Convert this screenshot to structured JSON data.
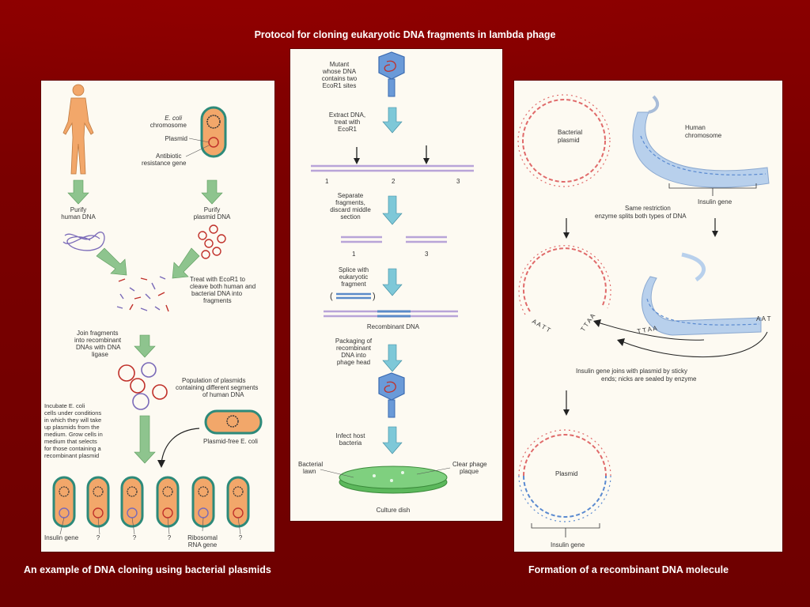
{
  "slide": {
    "title": "Protocol for cloning eukaryotic DNA fragments in lambda phage",
    "caption_left": "An example of DNA cloning using bacterial plasmids",
    "caption_right": "Formation of a recombinant DNA molecule"
  },
  "left_panel": {
    "ecoli_chromosome": [
      "E. coli",
      "chromosome"
    ],
    "plasmid": "Plasmid",
    "antibiotic_gene": [
      "Antibiotic",
      "resistance gene"
    ],
    "purify_human": [
      "Purify",
      "human DNA"
    ],
    "purify_plasmid": [
      "Purify",
      "plasmid DNA"
    ],
    "treat_ecori": [
      "Treat with EcoR1 to",
      "cleave both human and",
      "bacterial DNA into",
      "fragments"
    ],
    "join_fragments": [
      "Join fragments",
      "into recombinant",
      "DNAs with DNA",
      "ligase"
    ],
    "population": [
      "Population of plasmids",
      "containing different segments",
      "of human DNA"
    ],
    "incubate": [
      "Incubate E. coli",
      "cells under conditions",
      "in which they will take",
      "up plasmids from the",
      "medium. Grow cells in",
      "medium that selects",
      "for those containing a",
      "recombinant plasmid"
    ],
    "plasmid_free": "Plasmid-free E. coli",
    "insulin_gene": "Insulin gene",
    "question": "?",
    "ribosomal": [
      "Ribosomal",
      "RNA gene"
    ]
  },
  "mid_panel": {
    "mutant": [
      "Mutant",
      "whose DNA",
      "contains two",
      "EcoR1 sites"
    ],
    "extract": [
      "Extract DNA,",
      "treat with",
      "EcoR1"
    ],
    "segment_labels": [
      "1",
      "2",
      "3"
    ],
    "separate": [
      "Separate",
      "fragments,",
      "discard middle",
      "section"
    ],
    "fragment_labels": [
      "1",
      "3"
    ],
    "splice": [
      "Splice with",
      "eukaryotic",
      "fragment"
    ],
    "recombinant": "Recombinant DNA",
    "packaging": [
      "Packaging of",
      "recombinant",
      "DNA into",
      "phage head"
    ],
    "infect": [
      "Infect host",
      "bacteria"
    ],
    "lawn": [
      "Bacterial",
      "lawn"
    ],
    "plaque": [
      "Clear phage",
      "plaque"
    ],
    "culture": "Culture dish"
  },
  "right_panel": {
    "bacterial_plasmid": [
      "Bacterial",
      "plasmid"
    ],
    "human_chromosome": [
      "Human",
      "chromosome"
    ],
    "insulin_gene_top": "Insulin gene",
    "same_restriction": [
      "Same restriction",
      "enzyme splits both types of DNA"
    ],
    "sticky_left": "A A T T",
    "sticky_mid": "T T A A",
    "sticky_mid2": "T T A A",
    "sticky_right": "A A T",
    "joins": [
      "Insulin gene joins with plasmid by sticky",
      "ends; nicks are sealed by enzyme"
    ],
    "plasmid": "Plasmid",
    "insulin_gene_bottom": "Insulin gene"
  }
}
